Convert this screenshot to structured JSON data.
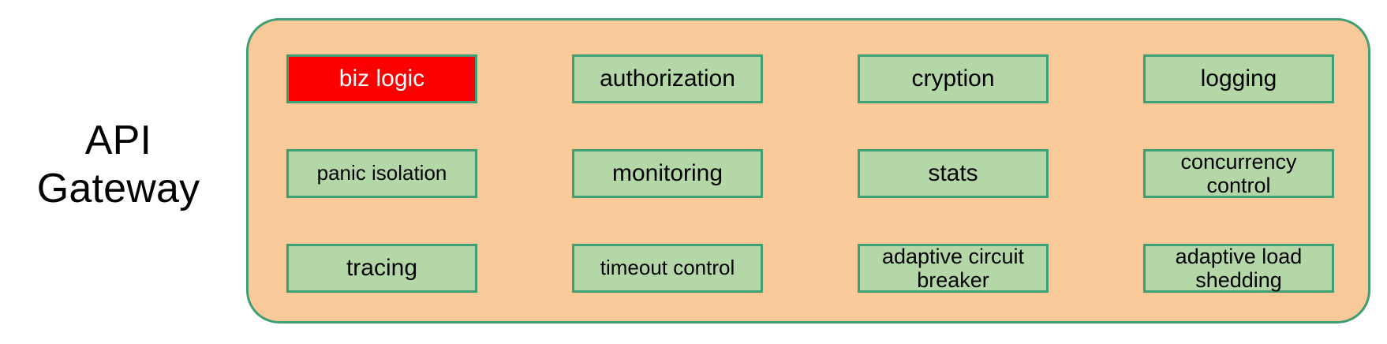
{
  "diagram": {
    "side_label": "API\nGateway",
    "container": {
      "fill": "#fac99a",
      "border": "#3f9e72"
    },
    "module_colors": {
      "default_fill": "#b4d7a8",
      "default_text": "#000000",
      "highlight_fill": "#fa0000",
      "highlight_text": "#ffffff",
      "border": "#3f9e72"
    },
    "rows": [
      [
        {
          "label": "biz logic",
          "highlight": true,
          "lines": 1
        },
        {
          "label": "authorization",
          "highlight": false,
          "lines": 1
        },
        {
          "label": "cryption",
          "highlight": false,
          "lines": 1
        },
        {
          "label": "logging",
          "highlight": false,
          "lines": 1
        }
      ],
      [
        {
          "label": "panic isolation",
          "highlight": false,
          "lines": 1
        },
        {
          "label": "monitoring",
          "highlight": false,
          "lines": 1
        },
        {
          "label": "stats",
          "highlight": false,
          "lines": 1
        },
        {
          "label": "concurrency\ncontrol",
          "highlight": false,
          "lines": 2
        }
      ],
      [
        {
          "label": "tracing",
          "highlight": false,
          "lines": 1
        },
        {
          "label": "timeout control",
          "highlight": false,
          "lines": 1
        },
        {
          "label": "adaptive circuit\nbreaker",
          "highlight": false,
          "lines": 2
        },
        {
          "label": "adaptive load\nshedding",
          "highlight": false,
          "lines": 2
        }
      ]
    ]
  }
}
